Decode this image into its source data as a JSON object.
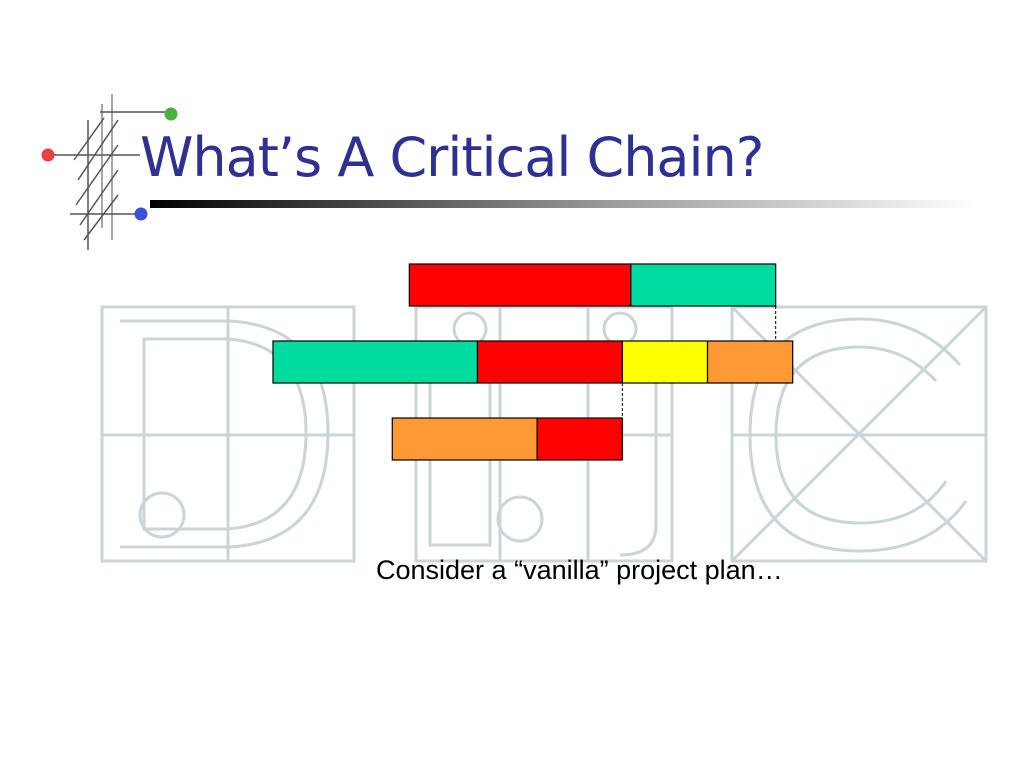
{
  "slide": {
    "title": "What’s A Critical Chain?",
    "caption": "Consider a “vanilla” project plan…"
  },
  "colors": {
    "title": "#2E3092",
    "watermark": "#C9D5D9",
    "task_red": "#FF0000",
    "task_teal": "#00DCA0",
    "task_yellow": "#FFFF00",
    "task_orange": "#FF9933",
    "bullet_red": "#E8413F",
    "bullet_green": "#4CAF3E",
    "bullet_blue": "#3B4FD8"
  },
  "icons": [
    "red-bullet-icon",
    "green-bullet-icon",
    "blue-bullet-icon",
    "hatch-grid-icon",
    "watermark-logo-icon"
  ],
  "diagram": {
    "time_units": {
      "start": 0,
      "end": 12
    },
    "chains": [
      {
        "id": "chain-1",
        "tasks": [
          {
            "start": 1.6,
            "end": 4.2,
            "color": "task_red"
          },
          {
            "start": 4.2,
            "end": 5.9,
            "color": "task_teal"
          }
        ]
      },
      {
        "id": "chain-2",
        "tasks": [
          {
            "start": 0,
            "end": 2.4,
            "color": "task_teal"
          },
          {
            "start": 2.4,
            "end": 4.1,
            "color": "task_red"
          },
          {
            "start": 4.1,
            "end": 5.1,
            "color": "task_yellow"
          },
          {
            "start": 5.1,
            "end": 6.1,
            "color": "task_orange"
          }
        ]
      },
      {
        "id": "chain-3",
        "tasks": [
          {
            "start": 1.4,
            "end": 3.1,
            "color": "task_orange"
          },
          {
            "start": 3.1,
            "end": 4.1,
            "color": "task_red"
          }
        ]
      }
    ],
    "dependencies": [
      {
        "from_chain": 0,
        "to_chain": 1,
        "at": 5.9
      },
      {
        "from_chain": 1,
        "to_chain": 2,
        "at": 4.1
      }
    ]
  }
}
